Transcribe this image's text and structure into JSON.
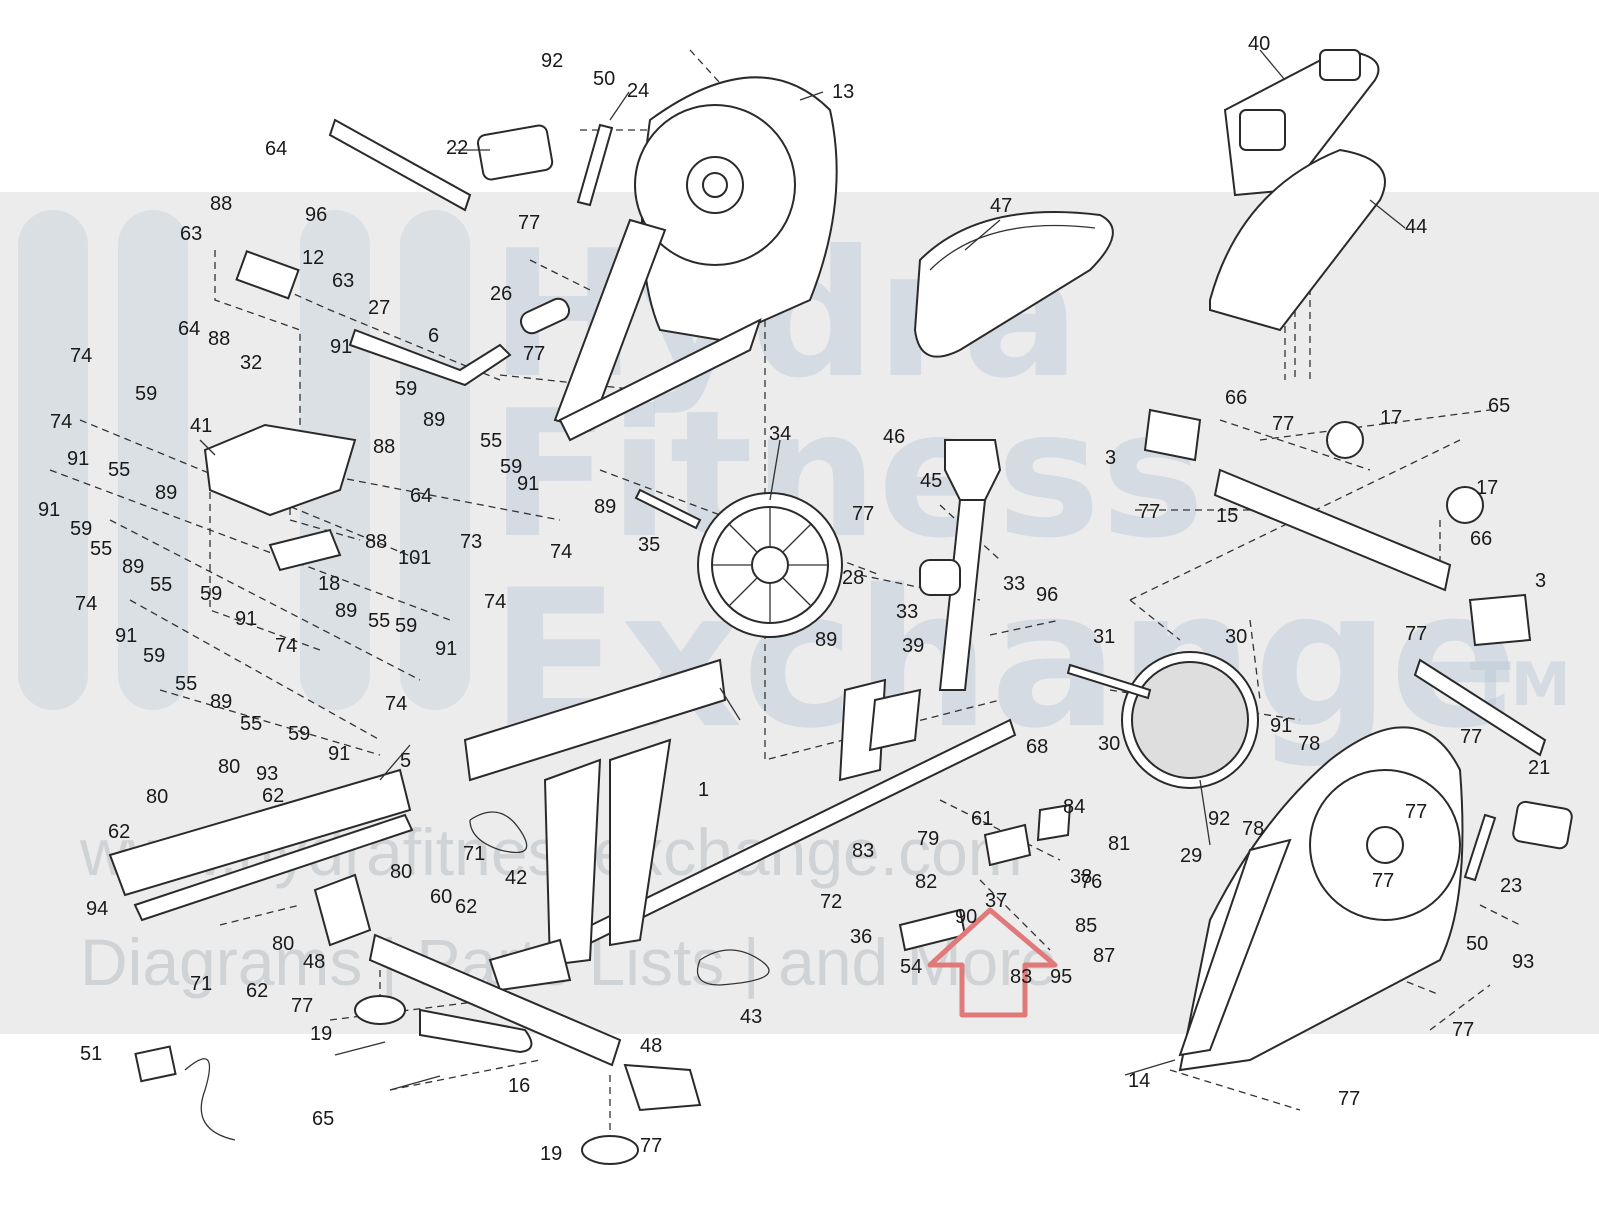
{
  "watermark": {
    "line1": "Hydra",
    "line2": "Fitness",
    "line3": "Exchange",
    "trademark": "TM",
    "url": "www.hydrafitnessexchange.com",
    "tagline": "Diagrams | Parts Lists | and More",
    "band_color": "#dcdcdc",
    "text_color": "#b8c8d6"
  },
  "arrow_color": "#e07a7a",
  "callouts": [
    "1",
    "3",
    "3",
    "5",
    "6",
    "12",
    "13",
    "14",
    "15",
    "16",
    "17",
    "17",
    "18",
    "19",
    "19",
    "21",
    "22",
    "23",
    "24",
    "26",
    "27",
    "28",
    "29",
    "30",
    "30",
    "31",
    "32",
    "33",
    "33",
    "34",
    "35",
    "36",
    "37",
    "38",
    "39",
    "40",
    "41",
    "42",
    "43",
    "44",
    "45",
    "46",
    "47",
    "48",
    "48",
    "50",
    "50",
    "51",
    "54",
    "55",
    "55",
    "55",
    "55",
    "55",
    "55",
    "55",
    "59",
    "59",
    "59",
    "59",
    "59",
    "59",
    "59",
    "59",
    "60",
    "61",
    "62",
    "62",
    "62",
    "62",
    "63",
    "63",
    "64",
    "64",
    "64",
    "65",
    "65",
    "66",
    "66",
    "68",
    "71",
    "71",
    "72",
    "73",
    "74",
    "74",
    "74",
    "74",
    "74",
    "74",
    "74",
    "76",
    "77",
    "77",
    "77",
    "77",
    "77",
    "77",
    "77",
    "77",
    "77",
    "77",
    "77",
    "77",
    "77",
    "78",
    "78",
    "79",
    "80",
    "80",
    "80",
    "80",
    "81",
    "82",
    "83",
    "83",
    "84",
    "85",
    "87",
    "88",
    "88",
    "88",
    "88",
    "89",
    "89",
    "89",
    "89",
    "89",
    "89",
    "89",
    "90",
    "91",
    "91",
    "91",
    "91",
    "91",
    "91",
    "91",
    "91",
    "91",
    "92",
    "92",
    "93",
    "93",
    "94",
    "95",
    "96",
    "96",
    "101"
  ]
}
